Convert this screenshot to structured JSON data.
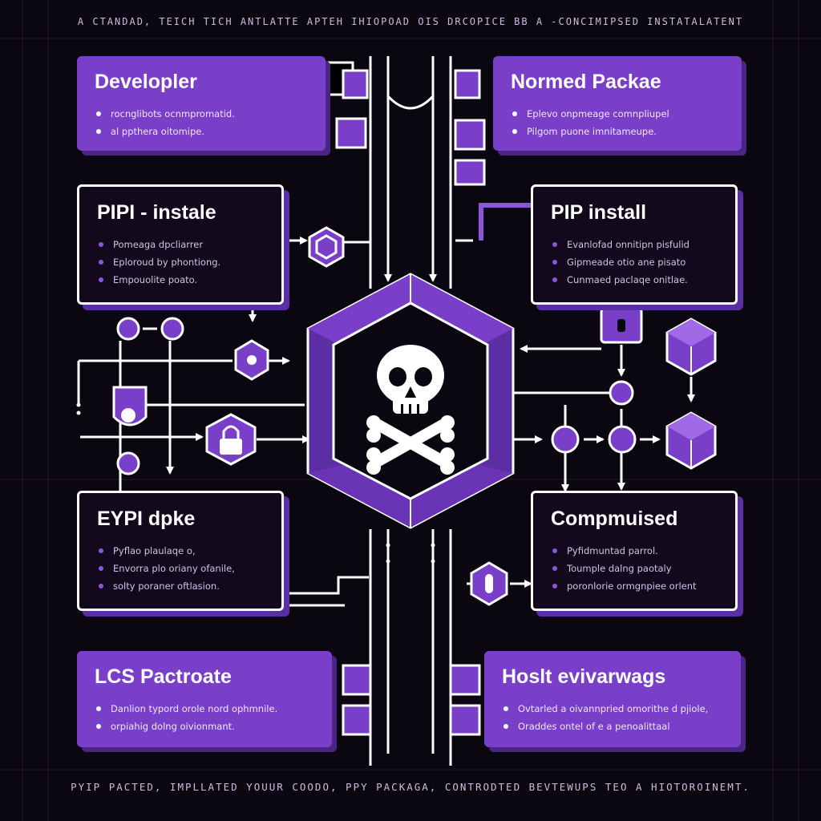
{
  "header": {
    "caption": "A CTANDAD, TEICH TICH ANTLATTE APTEH IHIOPOAD OIS DRCOPICE BB A -CONCIMIPSED INSTATALATENT"
  },
  "footer": {
    "caption": "PYIP PACTED, IMPLLATED YOUUR COODO, PPY PACKAGA, CONTRODTED BEVTEWUPS TEO A HIOTOROINEMT."
  },
  "cards": {
    "developer": {
      "title": "Developler",
      "items": [
        "rocnglibots ocnmpromatid.",
        "al ppthera oitomipe."
      ]
    },
    "normed_package": {
      "title": "Normed Packae",
      "items": [
        "Eplevo onpmeage comnpliupel",
        "Pilgom puone imnitameupe."
      ]
    },
    "pipi_install": {
      "title": "PIPI - instale",
      "items": [
        "Pomeaga dpcliarrer",
        "Eploroud by phontiong.",
        "Empouolite poato."
      ]
    },
    "pip_install": {
      "title": "PIP  install",
      "items": [
        "Evanlofad onnitipn pisfulid",
        "Gipmeade otio ane pisato",
        "Cunmaed paclaqe onitlae."
      ]
    },
    "eypi_dpke": {
      "title": "EYPI dpke",
      "items": [
        "Pyflao plaulaqe o,",
        "Envorra plo oriany ofanile,",
        "solty poraner oftlasion."
      ]
    },
    "compmuised": {
      "title": "Compmuised",
      "items": [
        "Pyfidmuntad parrol.",
        "Toumple dalng paotaly",
        "poronlorie ormgnpiee orlent"
      ]
    },
    "lcs_pactroate": {
      "title": "LCS Pactroate",
      "items": [
        "Danlion typord orole nord ophmnile.",
        "orpiahig dolng oivionmant."
      ]
    },
    "hosl_evivarwags": {
      "title": "Hoslt evivarwags",
      "items": [
        "Ovtarled a oivannpried omorithe d pjiole,",
        "Oraddes ontel of e a penoalittaal"
      ]
    }
  },
  "icons": {
    "center": "skull-crossbones-icon",
    "padlock": "padlock-icon",
    "cube": "cube-icon",
    "hex_badge": "hexagon-badge-icon",
    "node": "node-circle-icon",
    "shield": "shield-icon"
  },
  "colors": {
    "background": "#0b0710",
    "accent": "#7a3fc8",
    "accent_dark": "#4a2585",
    "line": "#ffffff"
  }
}
